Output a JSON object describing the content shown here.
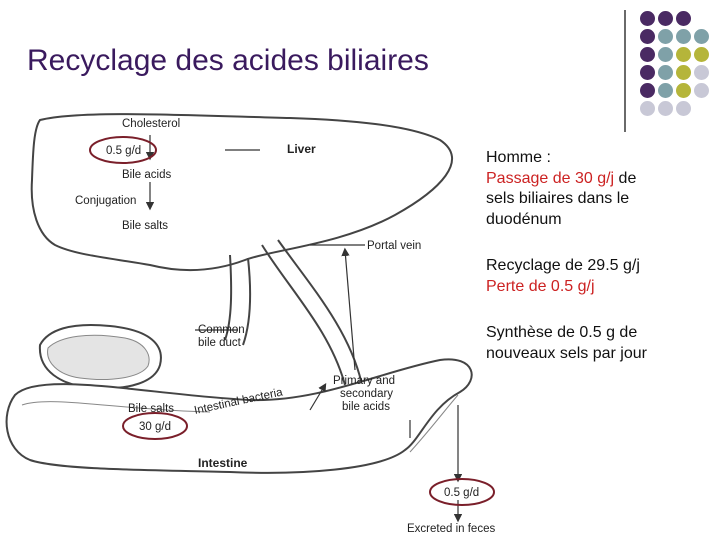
{
  "title": "Recyclage des acides biliaires",
  "decor": {
    "colors": [
      "#4a2a63",
      "#7fa1a8",
      "#b5b53a",
      "#c8c8d6"
    ]
  },
  "diagram": {
    "labels": {
      "cholesterol": "Cholesterol",
      "liver": "Liver",
      "bile_acids": "Bile acids",
      "conjugation": "Conjugation",
      "bile_salts_top": "Bile salts",
      "portal_vein": "Portal vein",
      "common_bile_duct_1": "Common",
      "common_bile_duct_2": "bile duct",
      "intestinal_bacteria": "Intestinal bacteria",
      "primary_secondary_1": "Primary and",
      "primary_secondary_2": "secondary",
      "primary_secondary_3": "bile acids",
      "bile_salts_bottom": "Bile salts",
      "intestine": "Intestine",
      "excreted": "Excreted in feces"
    },
    "circled_values": {
      "synthesis": "0.5 g/d",
      "pool": "30 g/d",
      "excreted": "0.5 g/d"
    },
    "highlight_color": "#7a1f2a"
  },
  "notes": {
    "homme": "Homme :",
    "passage_red": "Passage de 30 g/j",
    "passage_rest_1": " de",
    "passage_rest_2": "sels biliaires dans le",
    "passage_rest_3": "duodénum",
    "recyclage": "Recyclage de 29.5 g/j",
    "perte": "Perte de 0.5 g/j",
    "synthese_1": "Synthèse de 0.5 g de",
    "synthese_2": "nouveaux sels par jour"
  }
}
